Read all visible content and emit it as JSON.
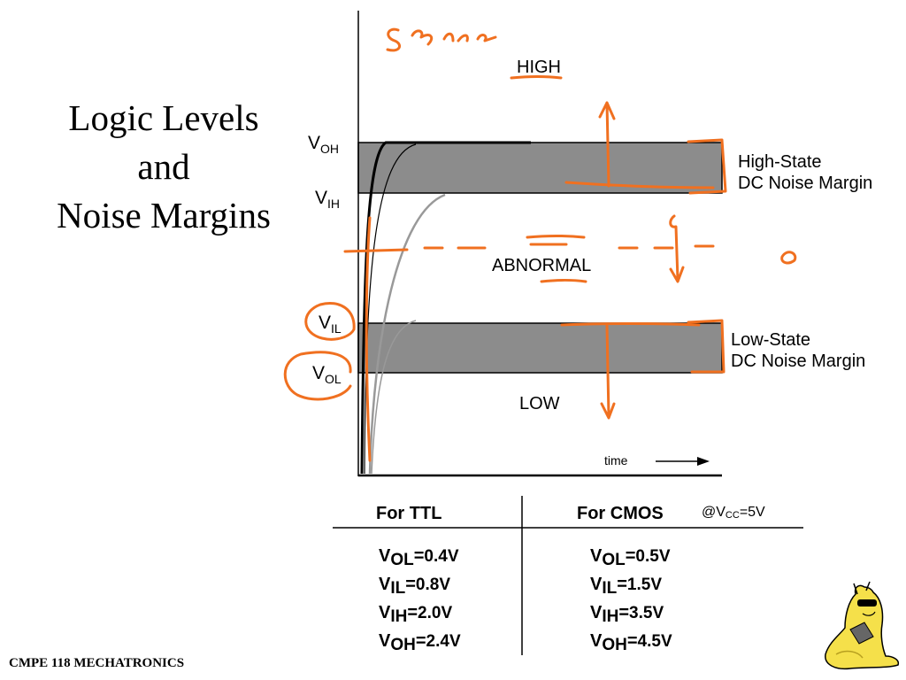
{
  "title": {
    "line1": "Logic Levels",
    "line2": "and",
    "line3": "Noise Margins"
  },
  "footer": "CMPE 118 MECHATRONICS",
  "graph": {
    "high_label": "HIGH",
    "abnormal_label": "ABNORMAL",
    "low_label": "LOW",
    "time_label": "time",
    "y_labels": {
      "voh": {
        "main": "V",
        "sub": "OH"
      },
      "vih": {
        "main": "V",
        "sub": "IH"
      },
      "vil": {
        "main": "V",
        "sub": "IL"
      },
      "vol": {
        "main": "V",
        "sub": "OL"
      }
    },
    "high_margin": {
      "line1": "High-State",
      "line2": "DC Noise Margin"
    },
    "low_margin": {
      "line1": "Low-State",
      "line2": "DC Noise Margin"
    },
    "handwritten_note": "5 30 n.sec"
  },
  "table": {
    "ttl_header": "For TTL",
    "cmos_header": "For CMOS",
    "vcc": {
      "prefix": "@V",
      "sub": "CC",
      "suffix": "=5V"
    },
    "ttl": [
      {
        "v": "V",
        "sub": "OL",
        "eq": "=",
        "val": "0.4V"
      },
      {
        "v": "V",
        "sub": "IL",
        "eq": "=",
        "val": "0.8V"
      },
      {
        "v": "V",
        "sub": "IH",
        "eq": "=",
        "val": "2.0V"
      },
      {
        "v": "V",
        "sub": "OH",
        "eq": "=",
        "val": "2.4V"
      }
    ],
    "cmos": [
      {
        "v": "V",
        "sub": "OL",
        "eq": "=",
        "val": "0.5V"
      },
      {
        "v": "V",
        "sub": "IL",
        "eq": "=",
        "val": "1.5V"
      },
      {
        "v": "V",
        "sub": "IH",
        "eq": "=",
        "val": "3.5V"
      },
      {
        "v": "V",
        "sub": "OH",
        "eq": "=",
        "val": "4.5V"
      }
    ]
  },
  "colors": {
    "band": "#8c8c8c",
    "annotation": "#f07020",
    "curve_gray": "#999999"
  },
  "icons": {
    "mascot": "banana-slug-mascot-icon"
  }
}
